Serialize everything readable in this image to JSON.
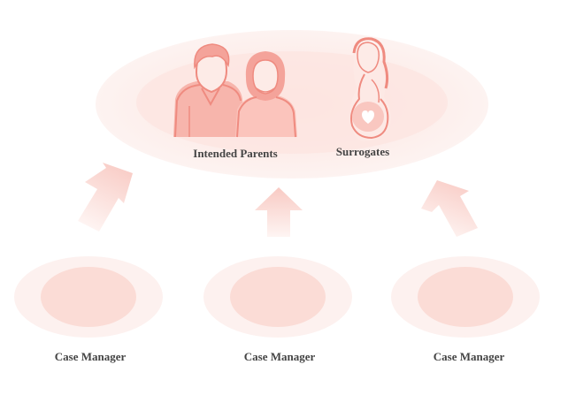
{
  "top_group": {
    "parents_label": "Intended Parents",
    "surrogates_label": "Surrogates"
  },
  "case_managers": [
    {
      "label": "Case Manager"
    },
    {
      "label": "Case Manager"
    },
    {
      "label": "Case Manager"
    }
  ],
  "colors": {
    "accent": "#f4a39a",
    "fill": "#fbd6d0",
    "glow": "#fdeeea",
    "line": "#ef8b80",
    "text": "#444444"
  }
}
